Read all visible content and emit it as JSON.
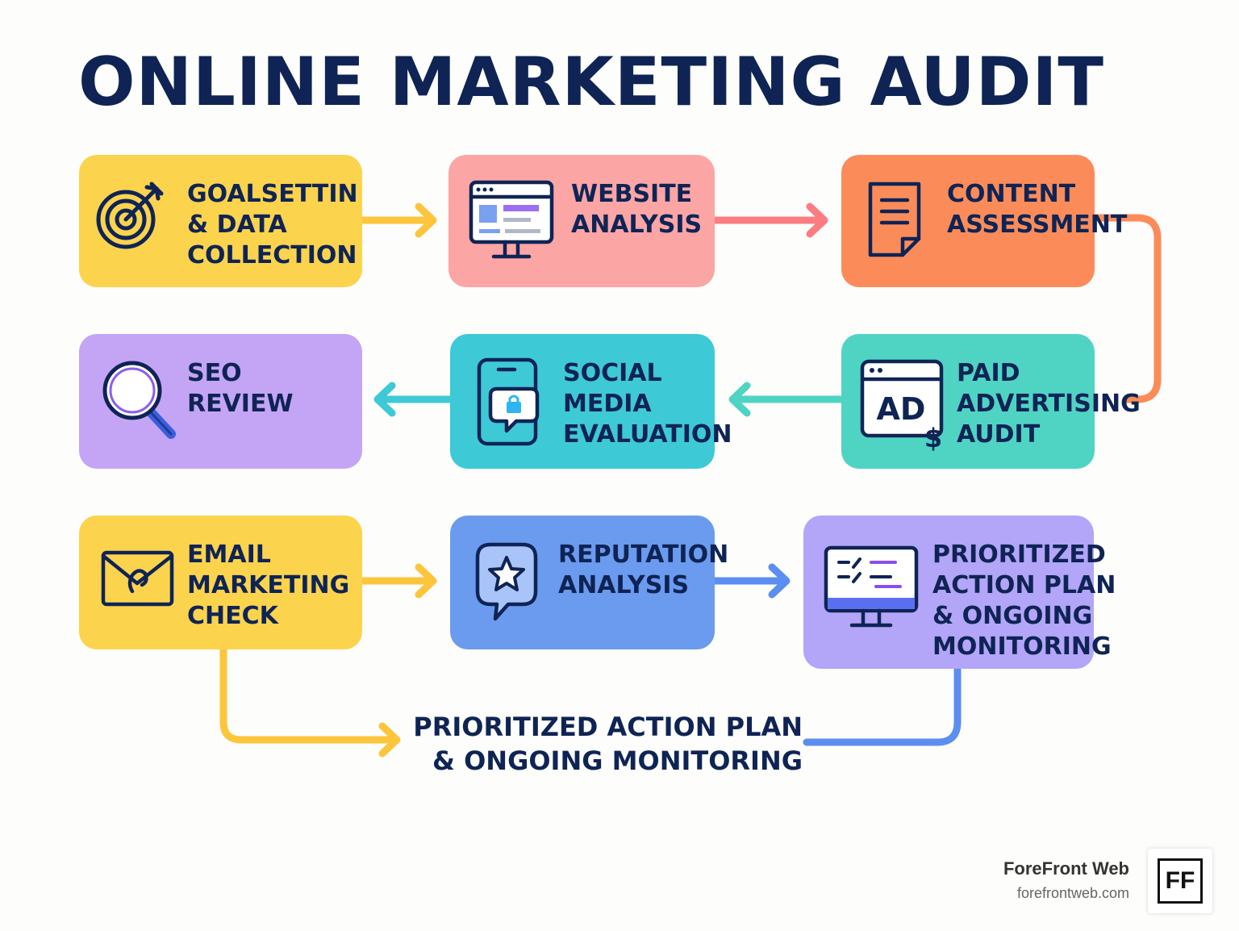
{
  "title": "ONLINE MARKETING AUDIT",
  "colors": {
    "navy": "#0f2455",
    "yellow": "#fcd34d",
    "pink": "#fca5a5",
    "orange": "#fb8c5a",
    "purple": "#c4a5f5",
    "teal": "#3ec9d6",
    "mint": "#4fd4c4",
    "blue": "#6b9bef",
    "lavender": "#b3a5f8"
  },
  "steps": [
    {
      "lines": [
        "GOALSETTIN",
        "& DATA",
        "COLLECTION"
      ],
      "icon": "target-icon"
    },
    {
      "lines": [
        "WEBSITE",
        "ANALYSIS"
      ],
      "icon": "monitor-icon"
    },
    {
      "lines": [
        "CONTENT",
        "ASSESSMENT"
      ],
      "icon": "document-icon"
    },
    {
      "lines": [
        "PAID",
        "ADVERTISING",
        "AUDIT"
      ],
      "icon": "ad-icon"
    },
    {
      "lines": [
        "SOCIAL",
        "MEDIA",
        "EVALUATION"
      ],
      "icon": "smartphone-chat-icon"
    },
    {
      "lines": [
        "SEO",
        "REVIEW"
      ],
      "icon": "magnifier-icon"
    },
    {
      "lines": [
        "EMAIL",
        "MARKETING",
        "CHECK"
      ],
      "icon": "envelope-icon"
    },
    {
      "lines": [
        "REPUTATION",
        "ANALYSIS"
      ],
      "icon": "star-bubble-icon"
    },
    {
      "lines": [
        "PRIORITIZED",
        "ACTION PLAN",
        "& ONGOING",
        "MONITORING"
      ],
      "icon": "monitor-list-icon"
    }
  ],
  "final": {
    "lines": [
      "PRIORITIZED ACTION PLAN",
      "& ONGOING MONITORING"
    ]
  },
  "brand": {
    "name": "ForeFront Web",
    "url": "forefrontweb.com",
    "logo_text": "FF"
  }
}
